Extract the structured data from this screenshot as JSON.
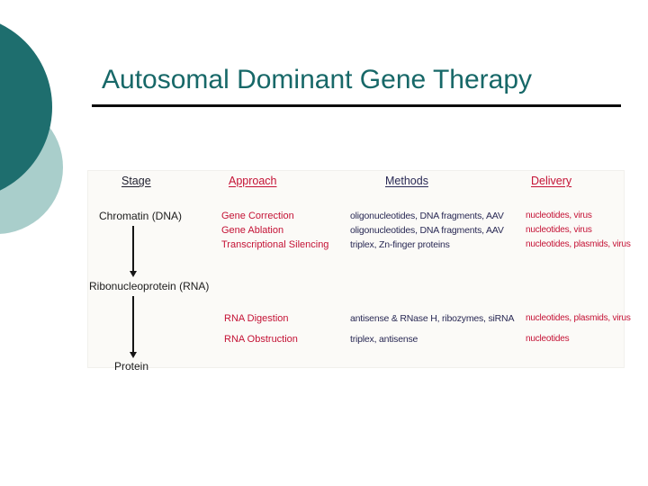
{
  "slide": {
    "title": "Autosomal Dominant Gene Therapy"
  },
  "colors": {
    "title_teal": "#176868",
    "circle_dark_teal": "#1e6e6e",
    "circle_light_teal": "#a9cecb",
    "diagram_red": "#c41235",
    "diagram_navy": "#2a2a55",
    "diagram_black": "#1c1c1c"
  },
  "diagram": {
    "headers": {
      "stage": "Stage",
      "approach": "Approach",
      "methods": "Methods",
      "delivery": "Delivery"
    },
    "stages": [
      {
        "label": "Chromatin (DNA)"
      },
      {
        "label": "Ribonucleoprotein (RNA)"
      },
      {
        "label": "Protein"
      }
    ],
    "dna_rows": [
      {
        "approach": "Gene Correction",
        "methods": "oligonucleotides, DNA fragments, AAV",
        "delivery": "nucleotides, virus"
      },
      {
        "approach": "Gene Ablation",
        "methods": "oligonucleotides, DNA fragments, AAV",
        "delivery": "nucleotides, virus"
      },
      {
        "approach": "Transcriptional Silencing",
        "methods": "triplex, Zn-finger proteins",
        "delivery": "nucleotides, plasmids, virus"
      }
    ],
    "rna_rows": [
      {
        "approach": "RNA Digestion",
        "methods": "antisense & RNase H, ribozymes, siRNA",
        "delivery": "nucleotides, plasmids, virus"
      },
      {
        "approach": "RNA Obstruction",
        "methods": "triplex, antisense",
        "delivery": "nucleotides"
      }
    ]
  }
}
